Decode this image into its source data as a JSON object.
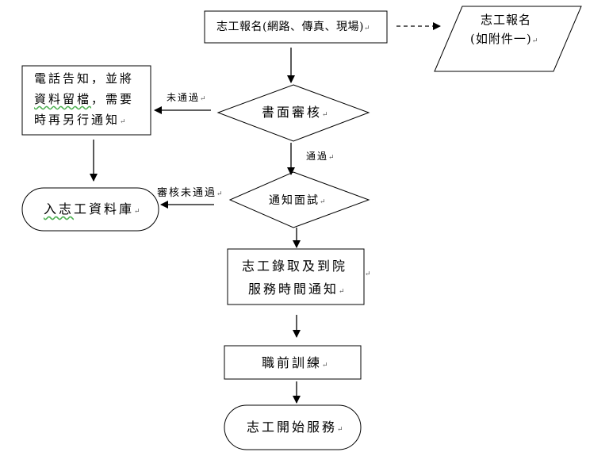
{
  "nodes": {
    "signup": {
      "text": "志工報名(網路、傳真、現場)"
    },
    "form": {
      "line1": "志工報名",
      "line2": "(如附件一)"
    },
    "notify_phone": {
      "line1": "電話告知，並將",
      "line2_marked": "資料留檔",
      "line2_rest": "，需要",
      "line3": "時再另行通知"
    },
    "review": {
      "text": "書面審核"
    },
    "interview": {
      "text": "通知面試"
    },
    "database": {
      "text_marked": "入志",
      "text_rest": "工資料庫"
    },
    "admission": {
      "line1": "志工錄取及到院",
      "line2": "服務時間通知"
    },
    "training": {
      "text": "職前訓練"
    },
    "start": {
      "text": "志工開始服務"
    }
  },
  "edges": {
    "review_fail": "未通過",
    "review_pass": "通過",
    "interview_fail": "審核未通過"
  },
  "return_mark": "↵"
}
